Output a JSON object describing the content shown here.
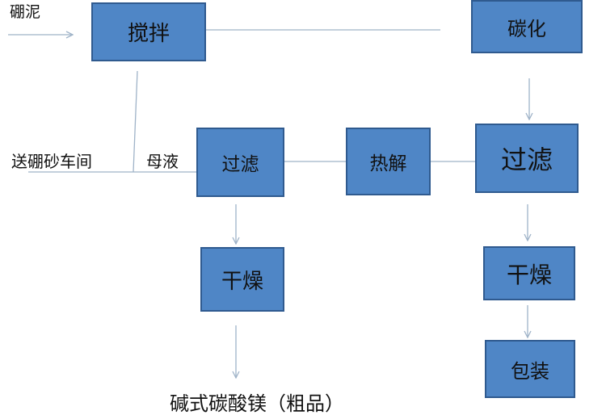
{
  "nodes": {
    "stir": "搅拌",
    "carbonize": "碳化",
    "filter_left": "过滤",
    "pyrolysis": "热解",
    "filter_right": "过滤",
    "dry_left": "干燥",
    "dry_right": "干燥",
    "pack": "包装"
  },
  "labels": {
    "input": "硼泥",
    "to_borax": "送硼砂车间",
    "mother_liquor": "母液",
    "product": "碱式碳酸镁（粗品）"
  },
  "colors": {
    "box_fill": "#4f86c6",
    "box_border": "#2f5a8f",
    "line": "#9fb3c8"
  }
}
